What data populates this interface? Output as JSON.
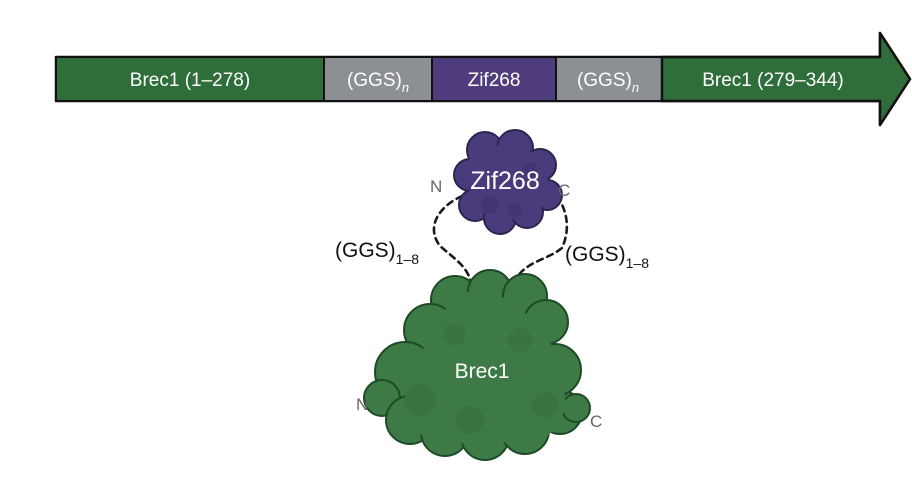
{
  "construct": {
    "segments": [
      {
        "label": "Brec1 (1–278)",
        "color": "#2f6e3a"
      },
      {
        "label": "(GGS)",
        "sub": "n",
        "color": "#8c8f93"
      },
      {
        "label": "Zif268",
        "color": "#4f3c7d"
      },
      {
        "label": "(GGS)",
        "sub": "n",
        "color": "#8c8f93"
      },
      {
        "label": "Brec1 (279–344)",
        "color": "#2f6e3a"
      }
    ]
  },
  "zif268_domain": {
    "label": "Zif268",
    "color": "#4a3b7c",
    "n_terminus": "N",
    "c_terminus": "C"
  },
  "brec1_domain": {
    "label": "Brec1",
    "color": "#3d7a45",
    "n_terminus": "N",
    "c_terminus": "C"
  },
  "linkers": {
    "left": {
      "label": "(GGS)",
      "sub": "1–8"
    },
    "right": {
      "label": "(GGS)",
      "sub": "1–8"
    }
  }
}
